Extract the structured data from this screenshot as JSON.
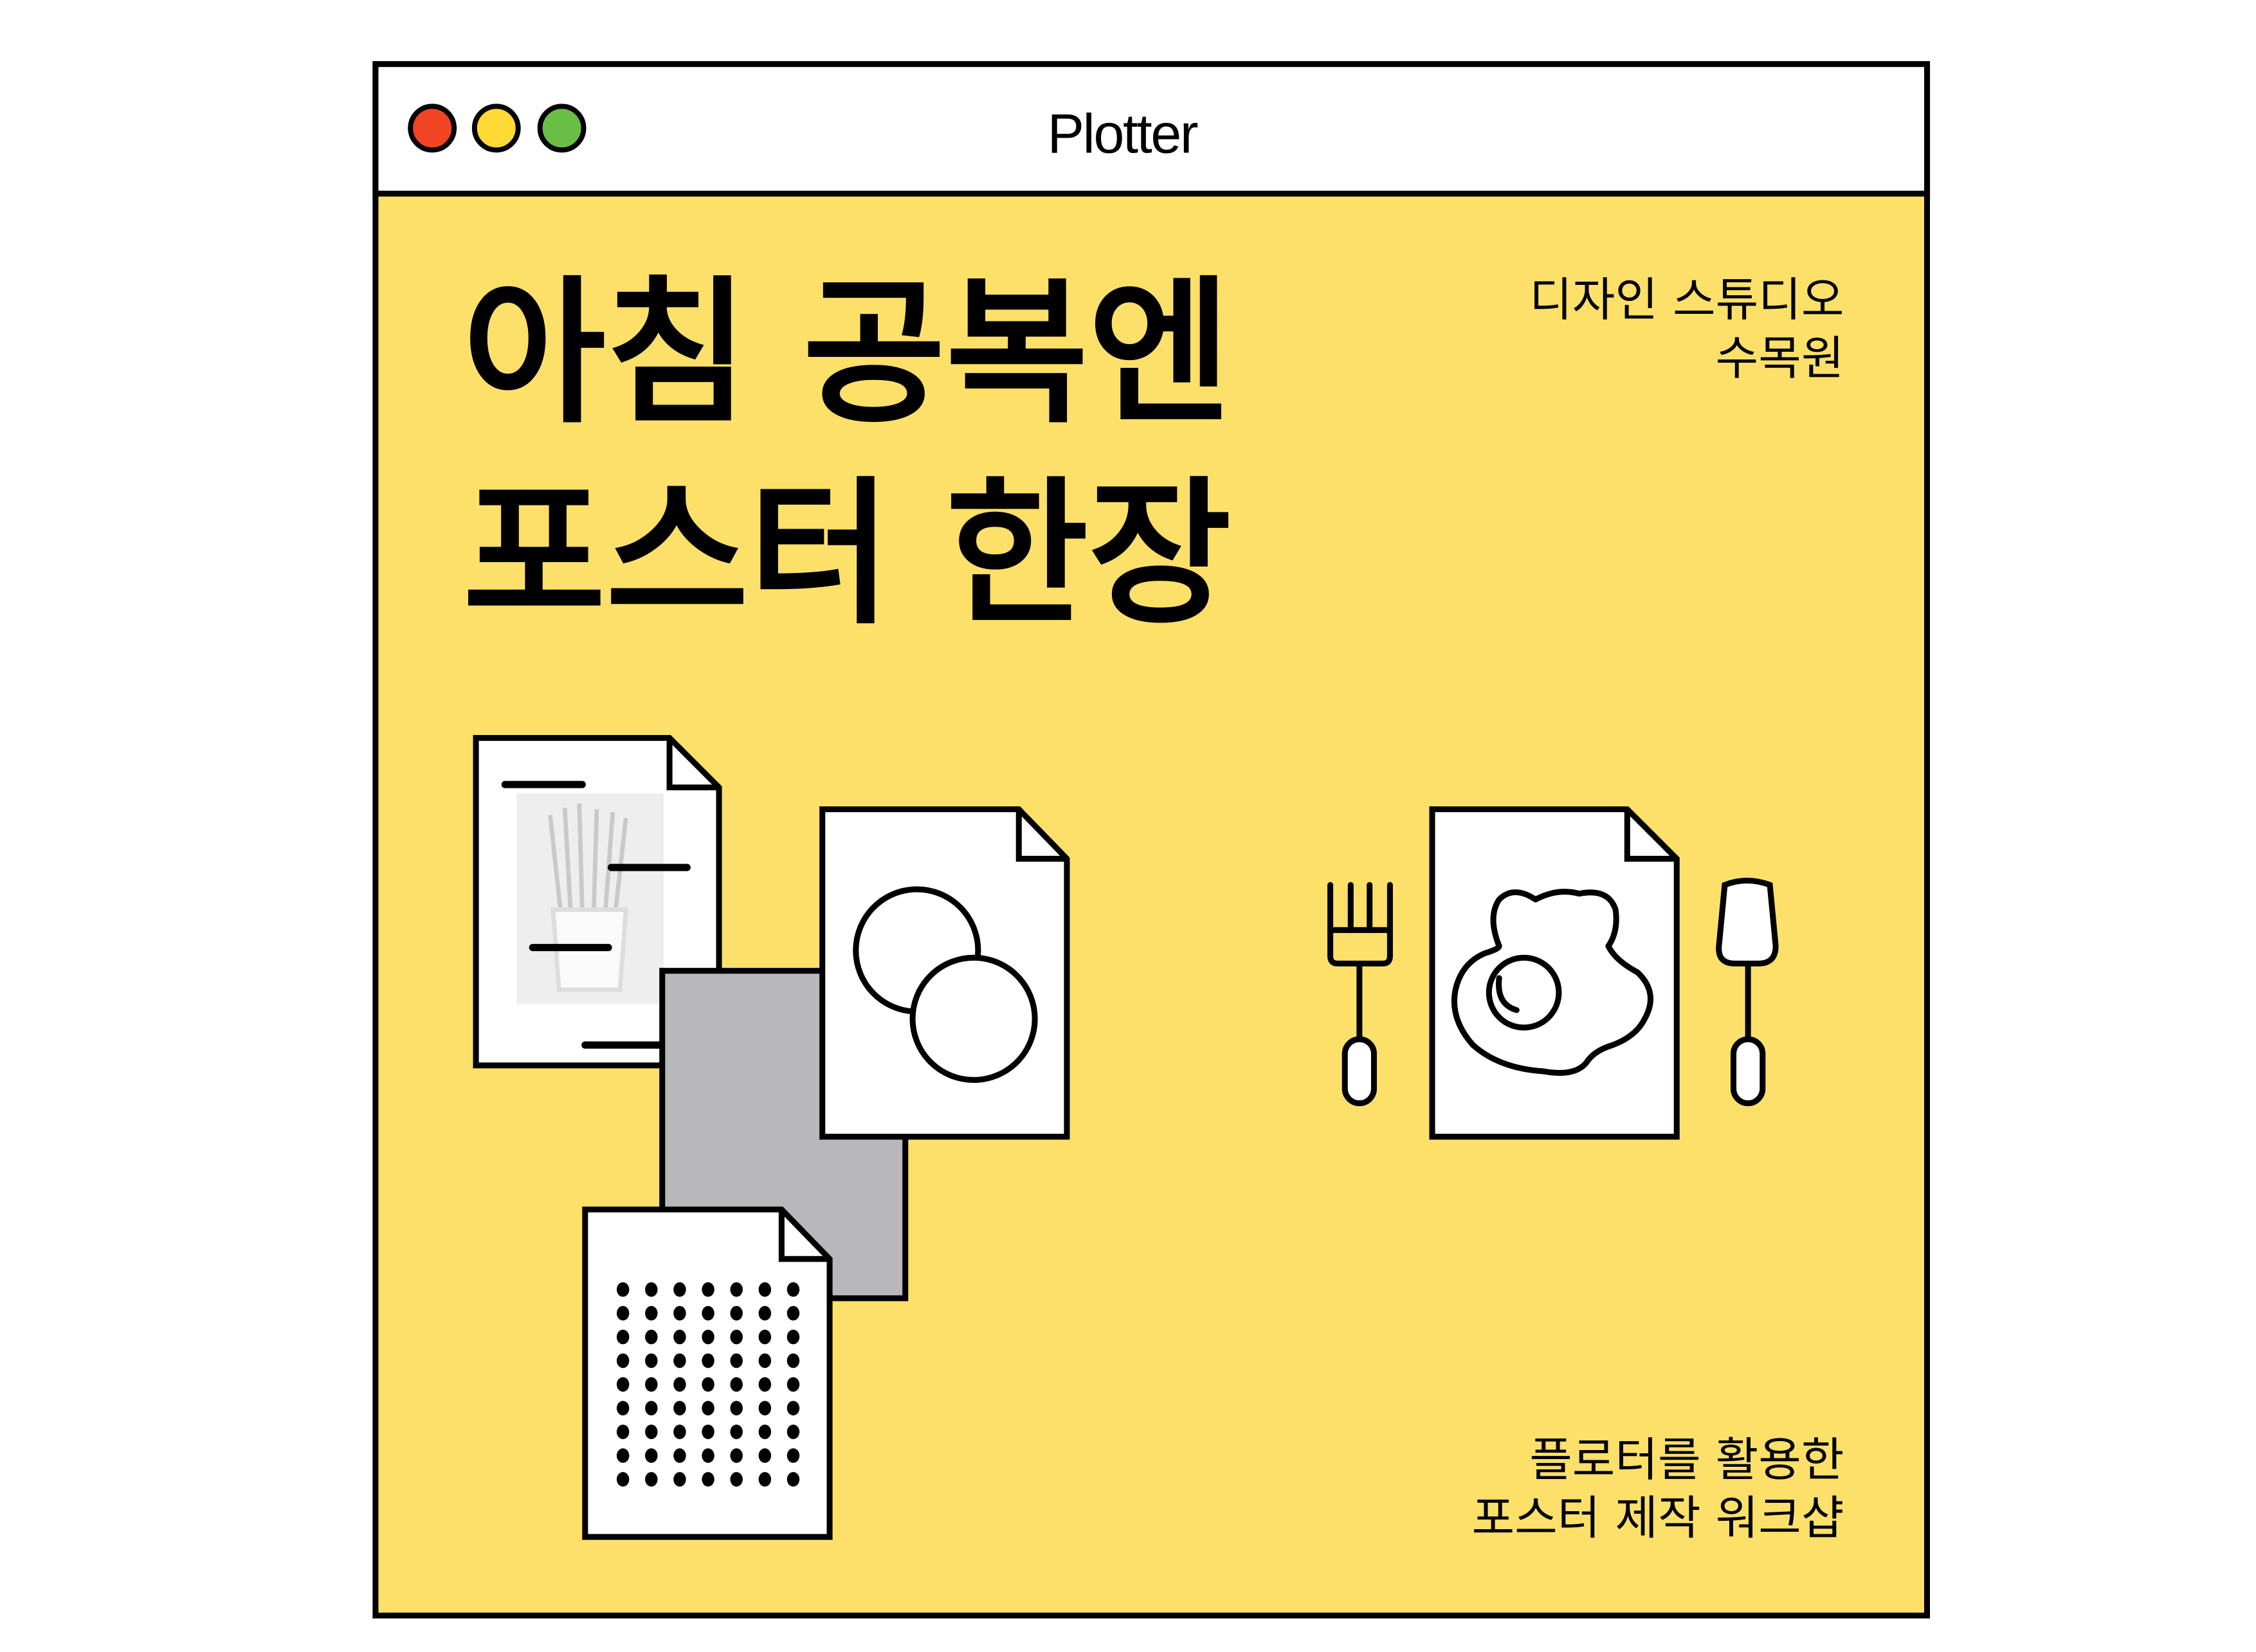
{
  "window": {
    "title": "Plotter",
    "controls": [
      {
        "name": "close",
        "color": "#F04423"
      },
      {
        "name": "minimize",
        "color": "#FFD934"
      },
      {
        "name": "maximize",
        "color": "#6BBE45"
      }
    ]
  },
  "poster": {
    "background": "#FDE06A",
    "headline_line1": "아침 공복엔",
    "headline_line2": "포스터 한장",
    "organizer_line1": "디자인 스튜디오",
    "organizer_line2": "수목원",
    "subtitle_line1": "플로터를 활용한",
    "subtitle_line2": "포스터 제작 워크샵"
  },
  "illustration": {
    "icons": [
      "document-photo-icon",
      "gray-sheet-icon",
      "document-circles-icon",
      "document-dots-icon",
      "fork-icon",
      "document-egg-icon",
      "spoon-icon"
    ],
    "gray_sheet_color": "#B8B7BA"
  }
}
